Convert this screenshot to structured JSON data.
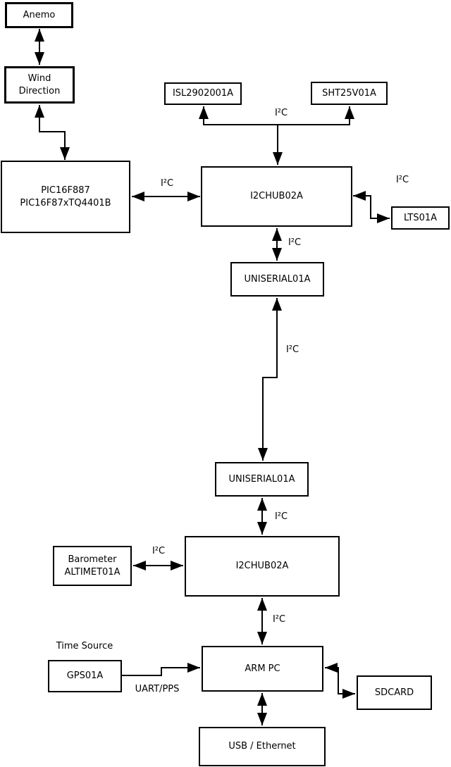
{
  "diagram": {
    "boxes": {
      "anemo": {
        "label": "Anemo"
      },
      "wind_direction": {
        "label": "Wind\nDirection"
      },
      "pic": {
        "label": "PIC16F887\nPIC16F87xTQ4401B"
      },
      "isl": {
        "label": "ISL2902001A"
      },
      "sht": {
        "label": "SHT25V01A"
      },
      "i2chub_top": {
        "label": "I2CHUB02A"
      },
      "lts": {
        "label": "LTS01A"
      },
      "uniserial_top": {
        "label": "UNISERIAL01A"
      },
      "uniserial_bottom": {
        "label": "UNISERIAL01A"
      },
      "i2chub_bottom": {
        "label": "I2CHUB02A"
      },
      "barometer": {
        "label": "Barometer\nALTIMET01A"
      },
      "gps": {
        "label": "GPS01A"
      },
      "arm_pc": {
        "label": "ARM PC"
      },
      "sdcard": {
        "label": "SDCARD"
      },
      "usb_ethernet": {
        "label": "USB / Ethernet"
      }
    },
    "labels": {
      "i2c": "I²C",
      "uart_pps": "UART/PPS",
      "time_source": "Time Source"
    },
    "colors": {
      "line": "#000000",
      "box_fill": "#ffffff",
      "background": "#ffffff"
    }
  }
}
